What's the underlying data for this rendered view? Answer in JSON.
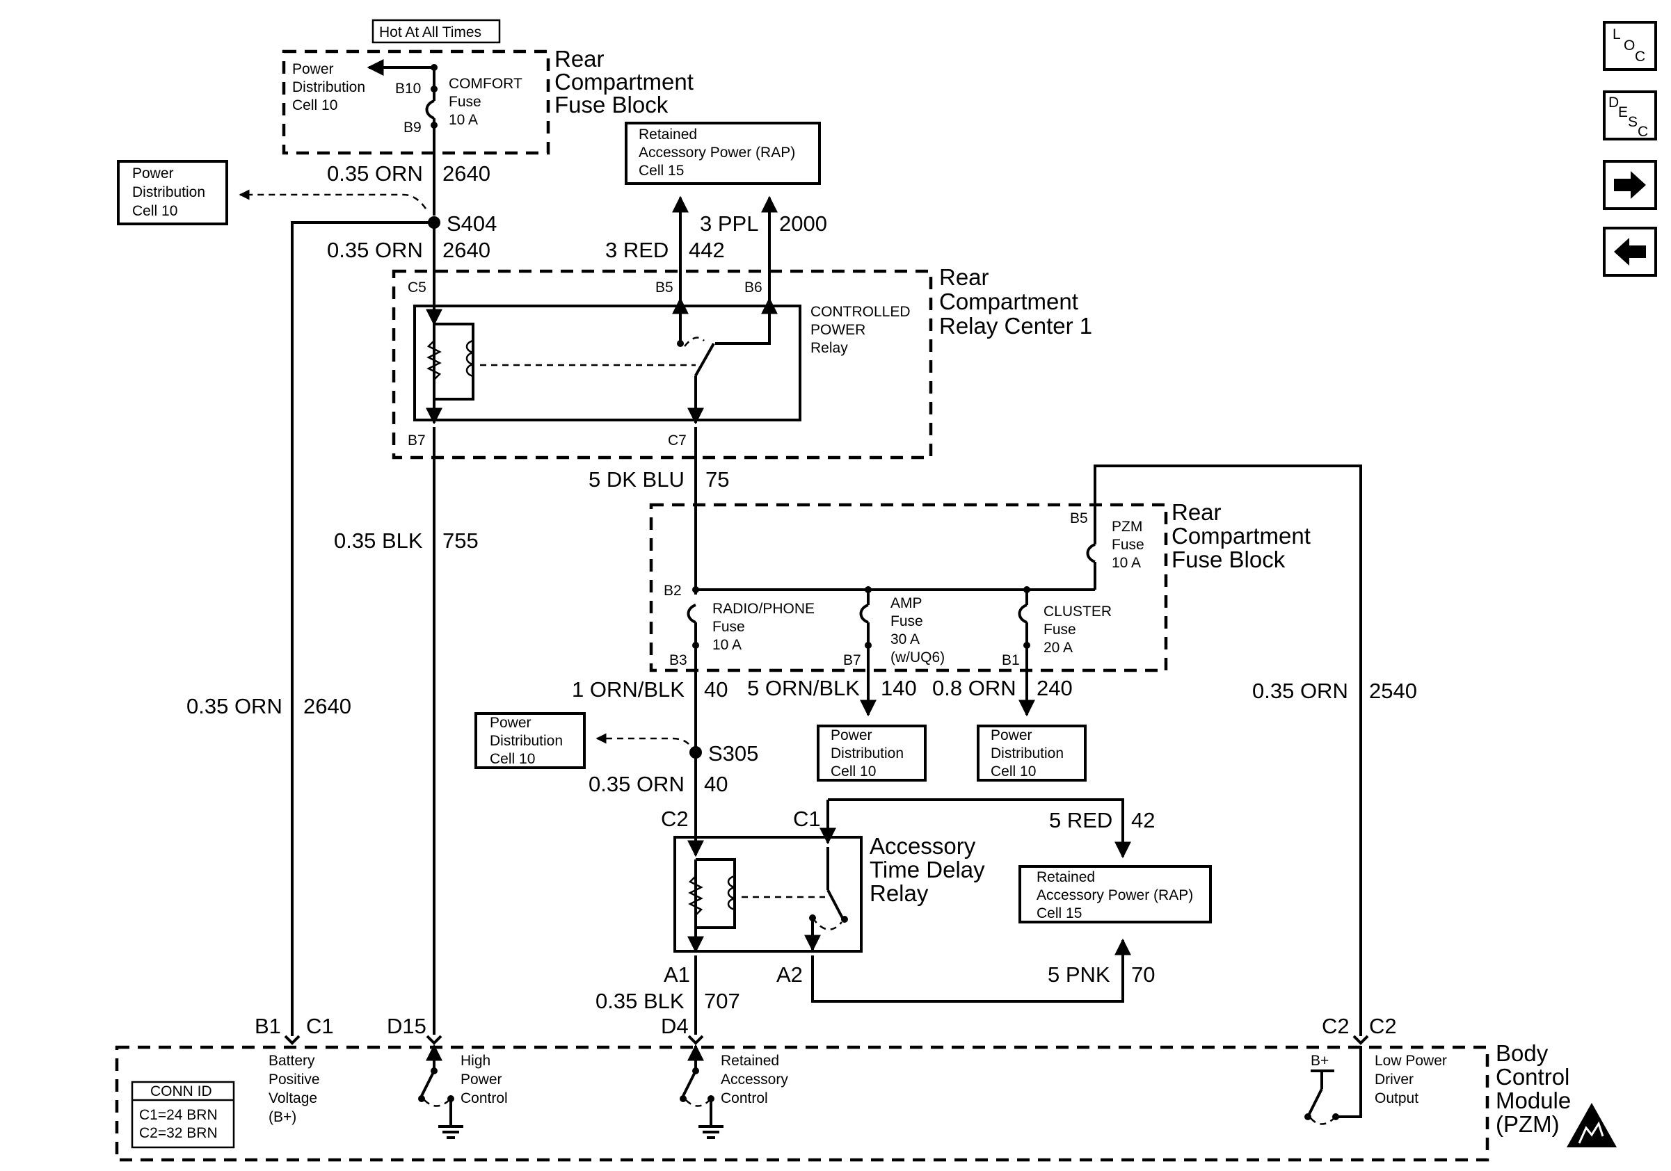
{
  "header": {
    "hot_label": "Hot At All Times"
  },
  "nav": {
    "loc": [
      "L",
      "O",
      "C"
    ],
    "desc": [
      "D",
      "E",
      "S",
      "C"
    ]
  },
  "fuse_block_top": {
    "title": [
      "Rear",
      "Compartment",
      "Fuse Block"
    ],
    "pd_label": [
      "Power",
      "Distribution",
      "Cell 10"
    ],
    "fuse": [
      "COMFORT",
      "Fuse",
      "10 A"
    ],
    "pin_top": "B10",
    "pin_bottom": "B9"
  },
  "pd_left": [
    "Power",
    "Distribution",
    "Cell 10"
  ],
  "rap_top": [
    "Retained",
    "Accessory Power (RAP)",
    "Cell 15"
  ],
  "wires": {
    "w2640_a": [
      "0.35 ORN",
      "2640"
    ],
    "w2640_b": [
      "0.35 ORN",
      "2640"
    ],
    "w2640_left": [
      "0.35 ORN",
      "2640"
    ],
    "w442": [
      "3 RED",
      "442"
    ],
    "w2000": [
      "3 PPL",
      "2000"
    ],
    "w755": [
      "0.35 BLK",
      "755"
    ],
    "w75": [
      "5 DK BLU",
      "75"
    ],
    "w40_a": [
      "1 ORN/BLK",
      "40"
    ],
    "w40_b": [
      "0.35 ORN",
      "40"
    ],
    "w140": [
      "5 ORN/BLK",
      "140"
    ],
    "w240": [
      "0.8 ORN",
      "240"
    ],
    "w2540": [
      "0.35 ORN",
      "2540"
    ],
    "w42": [
      "5 RED",
      "42"
    ],
    "w70": [
      "5 PNK",
      "70"
    ],
    "w707": [
      "0.35 BLK",
      "707"
    ]
  },
  "splices": {
    "s404": "S404",
    "s305": "S305"
  },
  "relay_center": {
    "title": [
      "Rear",
      "Compartment",
      "Relay Center 1"
    ],
    "relay": [
      "CONTROLLED",
      "POWER",
      "Relay"
    ],
    "pins": {
      "c5": "C5",
      "b5": "B5",
      "b6": "B6",
      "b7": "B7",
      "c7": "C7"
    }
  },
  "fuse_block_mid": {
    "title": [
      "Rear",
      "Compartment",
      "Fuse Block"
    ],
    "pzm_fuse": [
      "PZM",
      "Fuse",
      "10 A"
    ],
    "radio_fuse": [
      "RADIO/PHONE",
      "Fuse",
      "10 A"
    ],
    "amp_fuse": [
      "AMP",
      "Fuse",
      "30 A",
      "(w/UQ6)"
    ],
    "cluster_fuse": [
      "CLUSTER",
      "Fuse",
      "20 A"
    ],
    "pins": {
      "b5": "B5",
      "b2": "B2",
      "b3": "B3",
      "b7": "B7",
      "b1": "B1"
    }
  },
  "pd_s305": [
    "Power",
    "Distribution",
    "Cell 10"
  ],
  "pd_amp": [
    "Power",
    "Distribution",
    "Cell 10"
  ],
  "pd_cluster": [
    "Power",
    "Distribution",
    "Cell 10"
  ],
  "atd_relay": {
    "title": [
      "Accessory",
      "Time Delay",
      "Relay"
    ],
    "pins": {
      "c2": "C2",
      "c1": "C1",
      "a1": "A1",
      "a2": "A2"
    }
  },
  "rap_mid": [
    "Retained",
    "Accessory Power (RAP)",
    "Cell 15"
  ],
  "bcm": {
    "title": [
      "Body",
      "Control",
      "Module",
      "(PZM)"
    ],
    "conn_id": {
      "title": "CONN ID",
      "rows": [
        "C1=24 BRN",
        "C2=32 BRN"
      ]
    },
    "pins": {
      "b1": "B1",
      "c1": "C1",
      "d15": "D15",
      "d4": "D4",
      "c2a": "C2",
      "c2b": "C2"
    },
    "battery": [
      "Battery",
      "Positive",
      "Voltage",
      "(B+)"
    ],
    "high_power": [
      "High",
      "Power",
      "Control"
    ],
    "rap": [
      "Retained",
      "Accessory",
      "Control"
    ],
    "low_power": [
      "Low Power",
      "Driver",
      "Output"
    ],
    "bplus": "B+"
  }
}
